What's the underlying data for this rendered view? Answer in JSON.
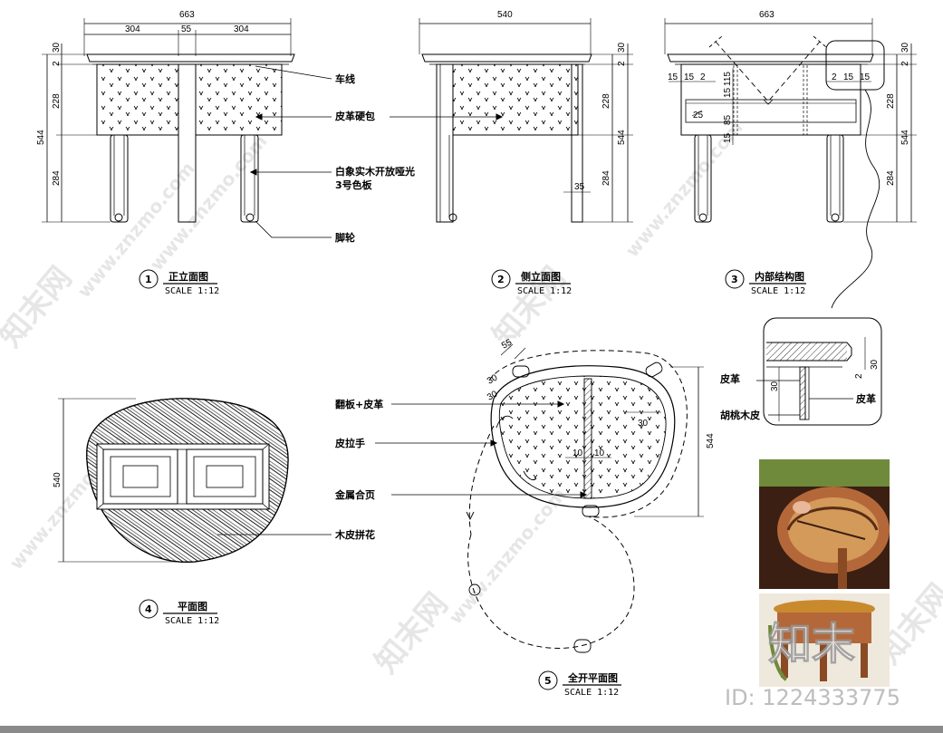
{
  "views": {
    "front": {
      "title": "正立面图",
      "number": "1",
      "scale": "SCALE 1:12",
      "dims": {
        "overall": "663",
        "seg_left": "304",
        "seg_mid": "55",
        "seg_right": "304",
        "h_top": "30",
        "h_2": "2",
        "h_body": "228",
        "h_total": "544",
        "h_leg": "284"
      }
    },
    "side": {
      "title": "侧立面图",
      "number": "2",
      "scale": "SCALE 1:12",
      "dims": {
        "overall": "540",
        "h_top": "30",
        "h_2": "2",
        "h_body": "228",
        "h_total": "544",
        "h_leg": "284",
        "leg_w": "35"
      }
    },
    "inner": {
      "title": "内部结构图",
      "number": "3",
      "scale": "SCALE 1:12",
      "dims": {
        "overall": "663",
        "l15a": "15",
        "l15b": "15",
        "l2": "2",
        "r2": "2",
        "r15a": "15",
        "r15b": "15",
        "v15": "15",
        "v115": "115",
        "v85": "85",
        "v15b": "15",
        "v25": "25",
        "h_top": "30",
        "h_2": "2",
        "h_body": "228",
        "h_total": "544",
        "h_leg": "284"
      }
    },
    "plan": {
      "title": "平面图",
      "number": "4",
      "scale": "SCALE 1:12",
      "dims": {
        "depth": "540"
      }
    },
    "open_plan": {
      "title": "全开平面图",
      "number": "5",
      "scale": "SCALE 1:12",
      "dims": {
        "d55": "55",
        "d30a": "30",
        "d30b": "30",
        "d10a": "10",
        "d10b": "10",
        "d544": "544"
      }
    },
    "detail": {
      "dims": {
        "d30": "30",
        "d2": "2",
        "d30v": "30"
      }
    }
  },
  "labels": {
    "stitch": "车线",
    "leather_panel": "皮革硬包",
    "oak_finish_line1": "白象实木开放哑光",
    "oak_finish_line2": "3号色板",
    "caster": "脚轮",
    "flap_leather": "翻板+皮革",
    "leather_handle": "皮拉手",
    "metal_hinge": "金属合页",
    "veneer_pattern": "木皮拼花",
    "detail_leather_left": "皮革",
    "detail_leather_right": "皮革",
    "detail_walnut": "胡桃木皮"
  },
  "watermark": {
    "brand_cn": "知末网",
    "brand_url": "www.znzmo.com",
    "logo": "知末",
    "id_label": "ID: 1224333775"
  },
  "colors": {
    "ink": "#000000",
    "watermark": "#e6e6e6",
    "photo_wood": "#b4683a",
    "photo_dark": "#3a1f12",
    "photo_green": "#6f8a3a"
  }
}
